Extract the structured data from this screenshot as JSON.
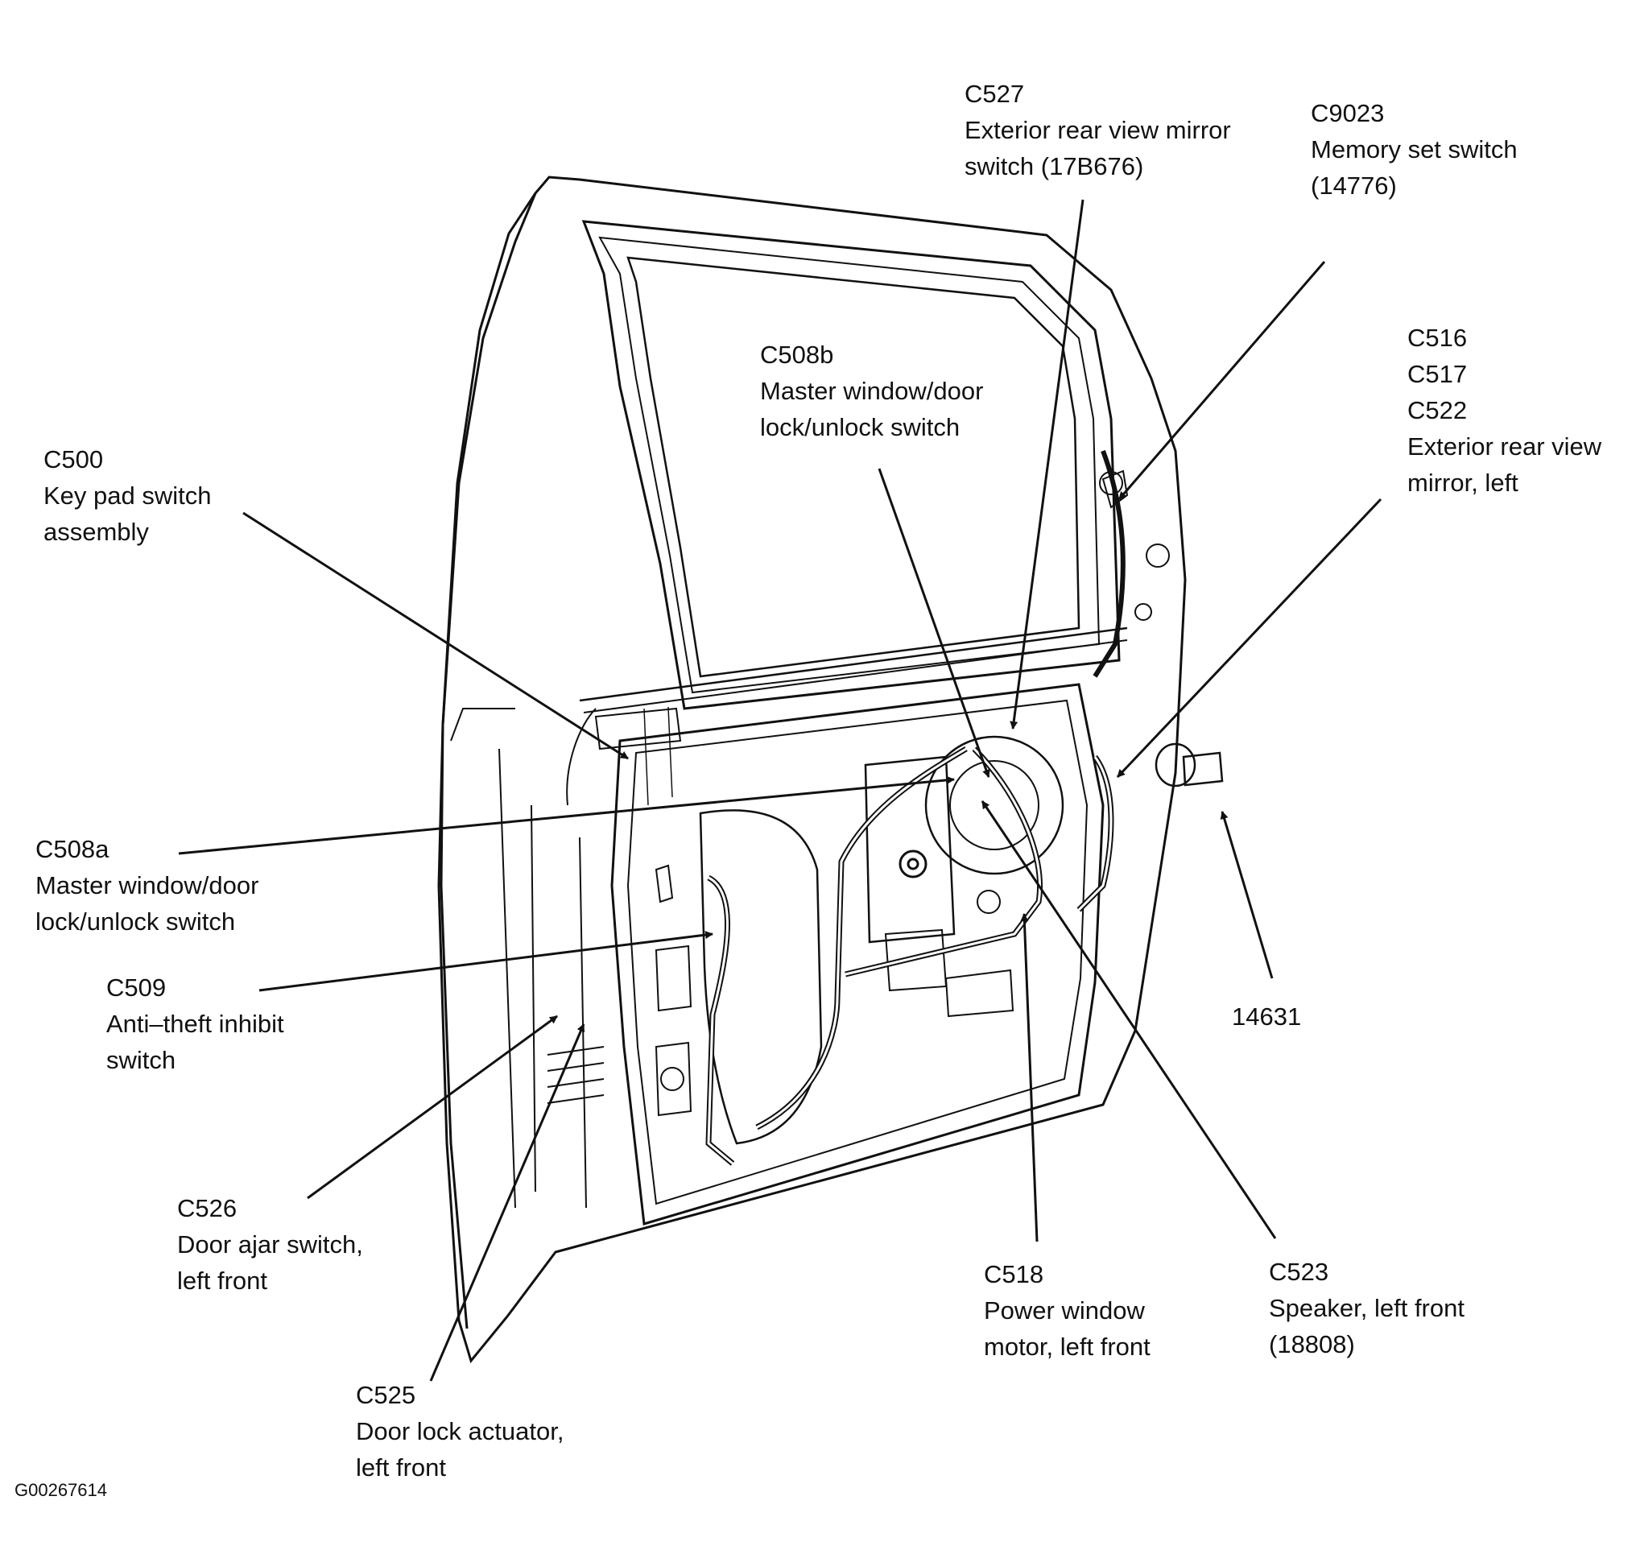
{
  "diagram": {
    "figure_id": "G00267614",
    "callouts": {
      "c527": {
        "lines": [
          "C527",
          "Exterior rear view mirror",
          "switch (17B676)"
        ]
      },
      "c9023": {
        "lines": [
          "C9023",
          "Memory set switch",
          "(14776)"
        ]
      },
      "c508b": {
        "lines": [
          "C508b",
          "Master window/door",
          "lock/unlock switch"
        ]
      },
      "c516": {
        "lines": [
          "C516",
          "C517",
          "C522",
          "Exterior rear view",
          "mirror, left"
        ]
      },
      "c500": {
        "lines": [
          "C500",
          "Key pad switch",
          "assembly"
        ]
      },
      "c508a": {
        "lines": [
          "C508a",
          "Master window/door",
          "lock/unlock switch"
        ]
      },
      "c509": {
        "lines": [
          "C509",
          "Anti–theft inhibit",
          "switch"
        ]
      },
      "p14631": {
        "lines": [
          "14631"
        ]
      },
      "c526": {
        "lines": [
          "C526",
          "Door ajar switch,",
          "left front"
        ]
      },
      "c518": {
        "lines": [
          "C518",
          "Power window",
          "motor, left front"
        ]
      },
      "c523": {
        "lines": [
          "C523",
          "Speaker, left front",
          "(18808)"
        ]
      },
      "c525": {
        "lines": [
          "C525",
          "Door lock actuator,",
          "left front"
        ]
      }
    }
  }
}
